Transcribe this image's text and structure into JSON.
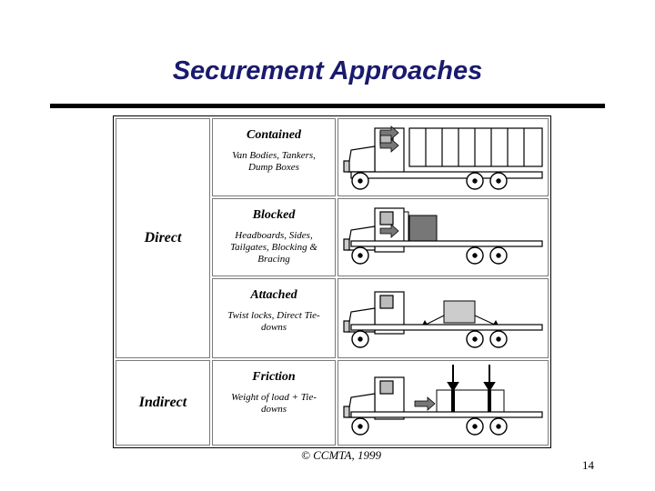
{
  "slide": {
    "title": "Securement Approaches",
    "copyright": "© CCMTA, 1999",
    "page_number": "14"
  },
  "table": {
    "categories": [
      "Direct",
      "Indirect"
    ],
    "rows": [
      {
        "heading": "Contained",
        "lines": [
          "Van Bodies, Tankers,",
          "Dump Boxes"
        ]
      },
      {
        "heading": "Blocked",
        "lines": [
          "Headboards, Sides,",
          "Tailgates, Blocking &",
          "Bracing"
        ]
      },
      {
        "heading": "Attached",
        "lines": [
          "Twist locks, Direct Tie-",
          "downs"
        ]
      },
      {
        "heading": "Friction",
        "lines": [
          "Weight of load + Tie-",
          "downs"
        ]
      }
    ]
  },
  "colors": {
    "title": "#1a1a6e",
    "truck_fill": "#ffffff",
    "cargo_fill": "#777777"
  }
}
